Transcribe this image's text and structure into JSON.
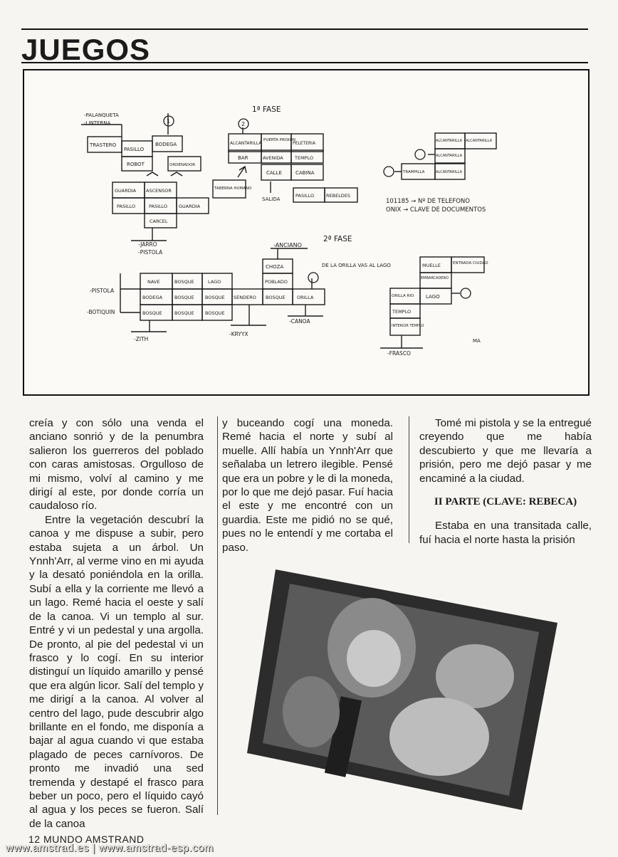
{
  "header": {
    "section_title": "JUEGOS"
  },
  "map": {
    "phase1": "1ª FASE",
    "phase2": "2ª FASE",
    "inventory_left": [
      "-PALANQUETA",
      "-LINTERNA"
    ],
    "inventory_bottom": [
      "-JARRO",
      "-PISTOLA"
    ],
    "node1": "1",
    "node2": "2",
    "rooms_a": [
      "TRASTERO",
      "PASILLO",
      "BODEGA",
      "ROBOT",
      "ORDENADOR",
      "GUARDIA",
      "ASCENSOR",
      "PASILLO",
      "PASILLO",
      "GUARDIA",
      "CARCEL"
    ],
    "rooms_b": [
      "ALCANTARILLA",
      "PUERTA PRISION",
      "PELETERIA",
      "BAR",
      "AVENIDA",
      "TEMPLO",
      "CALLE",
      "CABINA",
      "TABERNA HUMANO",
      "PASILLO",
      "REBELDES"
    ],
    "salida": "SALIDA",
    "rooms_c": [
      "ALCANTARILLA",
      "ALCANTARILLA",
      "ALCANTARILLA",
      "TRAMPILLA",
      "ALCANTARILLA"
    ],
    "phone": "101185 → Nº DE TELEFONO",
    "key": "ONIX → CLAVE DE DOCUMENTOS",
    "anciano": "-ANCIANO",
    "rooms_d": [
      "CHOZA",
      "POBLADO",
      "NAVE",
      "BOSQUE",
      "LAGO",
      "BODEGA",
      "BOSQUE",
      "BOSQUE",
      "SENDERO",
      "BOSQUE",
      "ORILLA",
      "BOSQUE",
      "BOSQUE",
      "BOSQUE"
    ],
    "note_orilla": "DE LA ORILLA VAS AL LAGO",
    "pistola": "-PISTOLA",
    "botiquin": "-BOTIQUIN",
    "zith": "-ZITH",
    "kryyx": "-KRYYX",
    "canoa": "-CANOA",
    "rooms_e": [
      "MUELLE",
      "ENTRADA CIUDAD",
      "EMBARCADERO",
      "ORILLA RIO",
      "LAGO",
      "TEMPLO",
      "INTERIOR TEMPLO"
    ],
    "frasco": "-FRASCO",
    "initials": "MA"
  },
  "article": {
    "col1": [
      "creía y con sólo una venda el anciano sonrió y de la penumbra salieron los guerreros del poblado con caras amistosas. Orgulloso de mi mismo, volví al camino y me dirigí al este, por donde corría un caudaloso río.",
      "Entre la vegetación descubrí la canoa y me dispuse a subir, pero estaba sujeta a un árbol. Un Ynnh'Arr, al verme vino en mi ayuda y la desató poniéndola en la orilla. Subí a ella y la corriente me llevó a un lago. Remé hacia el oeste y salí de la canoa. Vi un templo al sur. Entré y vi un pedestal y una argolla. De pronto, al pie del pedestal vi un frasco y lo cogí. En su interior distinguí un líquido amarillo y pensé que era algún licor. Salí del templo y me dirigí a la canoa. Al volver al centro del lago, pude descubrir algo brillante en el fondo, me disponía a bajar al agua cuando vi que estaba plagado de peces carnívoros. De pronto me invadió una sed tremenda y destapé el frasco para beber un poco, pero el líquido cayó al agua y los peces se fueron. Salí de la canoa"
    ],
    "col2": "y buceando cogí una moneda. Remé hacia el norte y subí al muelle. Allí había un Ynnh'Arr que señalaba un letrero ilegible. Pensé que era un pobre y le di la moneda, por lo que me dejó pasar. Fuí hacia el este y me encontré con un guardia. Este me pidió no se qué, pues no le entendí y me cortaba el paso.",
    "col3_p1": "Tomé mi pistola y se la entregué creyendo que me había descubierto y que me llevaría a prisión, pero me dejó pasar y me encaminé a la ciudad.",
    "col3_heading": "II PARTE (CLAVE: REBECA)",
    "col3_p2": "Estaba en una transitada calle, fuí hacia el norte hasta la prisión"
  },
  "footer": {
    "page": "12 MUNDO AMSTRAND",
    "urls": "www.amstrad.es | www.amstrad-esp.com"
  }
}
